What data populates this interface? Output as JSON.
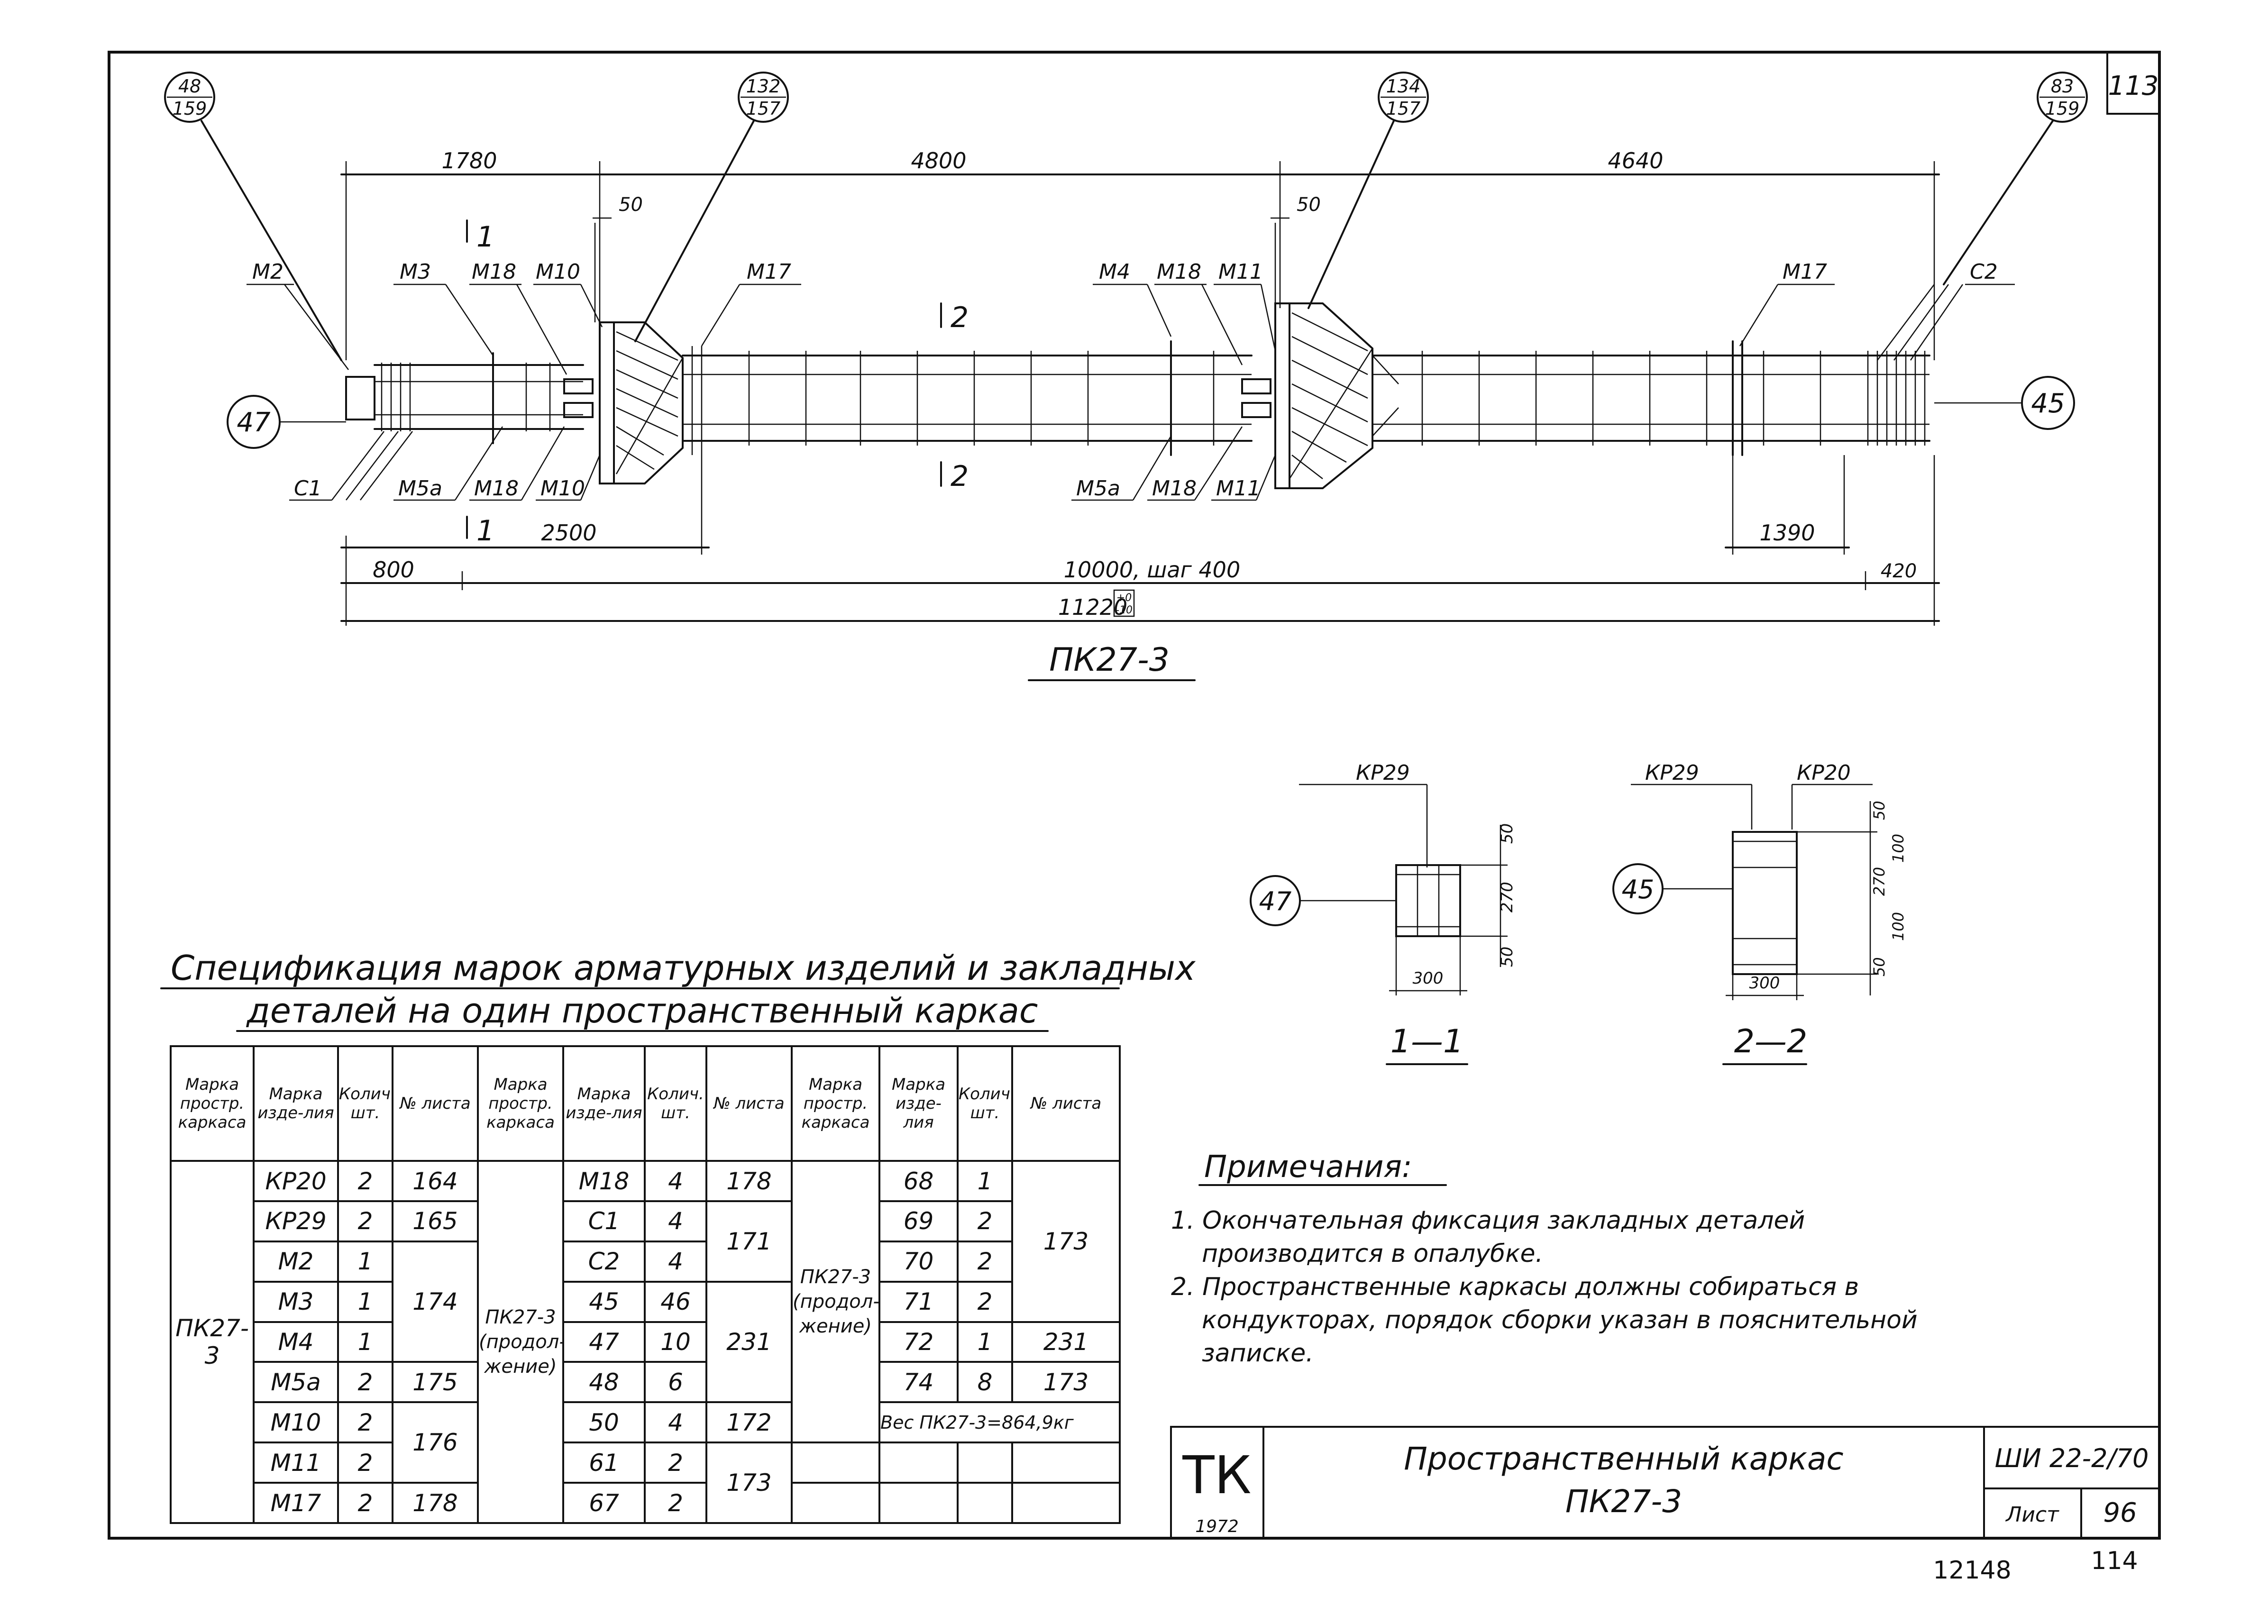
{
  "sheet": {
    "corner_number": "113",
    "bottom_left_number": "12148",
    "bottom_right_number": "114"
  },
  "plan": {
    "callouts": [
      {
        "top": "48",
        "bottom": "159"
      },
      {
        "top": "132",
        "bottom": "157"
      },
      {
        "top": "134",
        "bottom": "157"
      },
      {
        "top": "83",
        "bottom": "159"
      }
    ],
    "dims_top": [
      "1780",
      "4800",
      "4640"
    ],
    "dim_50_left": "50",
    "dim_50_right": "50",
    "labels_top": [
      "М2",
      "М3",
      "М18",
      "М10",
      "М17",
      "М4",
      "М18",
      "М11",
      "М17",
      "С2"
    ],
    "labels_bottom": [
      "С1",
      "М5а",
      "М18",
      "М10",
      "М5а",
      "М18",
      "М11"
    ],
    "section_1": "1",
    "section_2": "2",
    "end_left": "47",
    "end_right": "45",
    "dims_bottom": [
      "2500",
      "1390",
      "800",
      "10000, шаг 400",
      "420",
      "11220"
    ],
    "tolerance_plus": "+0",
    "tolerance_minus": "-10",
    "caption": "ПК27-3"
  },
  "sections": [
    {
      "label": "КР29",
      "circle": "47",
      "width": "300",
      "dims": [
        "50",
        "270",
        "50"
      ],
      "caption": "1—1"
    },
    {
      "label_left": "КР29",
      "label_right": "КР20",
      "circle": "45",
      "width": "300",
      "dims": [
        "50",
        "100",
        "270",
        "100",
        "50"
      ],
      "caption": "2—2"
    }
  ],
  "spec": {
    "title_line1": "Спецификация марок арматурных изделий и закладных",
    "title_line2": "деталей на один пространственный каркас",
    "headers": [
      "Марка простр. каркаса",
      "Марка изде-лия",
      "Колич. шт.",
      "№ листа"
    ],
    "group1": {
      "frame": "ПК27-3",
      "items": [
        "КР20",
        "КР29",
        "М2",
        "М3",
        "М4",
        "М5а",
        "М10",
        "М11",
        "М17"
      ],
      "counts": [
        "2",
        "2",
        "1",
        "1",
        "1",
        "2",
        "2",
        "2",
        "2"
      ],
      "sheets": [
        "164",
        "165",
        "174",
        "175",
        "176",
        "178"
      ]
    },
    "group2": {
      "frame": "ПК27-3 (продол-жение)",
      "items": [
        "М18",
        "С1",
        "С2",
        "45",
        "47",
        "48",
        "50",
        "61",
        "67"
      ],
      "counts": [
        "4",
        "4",
        "4",
        "46",
        "10",
        "6",
        "4",
        "2",
        "2"
      ],
      "sheets": [
        "178",
        "171",
        "231",
        "172",
        "173"
      ]
    },
    "group3": {
      "frame": "ПК27-3 (продол-жение)",
      "items": [
        "68",
        "69",
        "70",
        "71",
        "72",
        "74"
      ],
      "counts": [
        "1",
        "2",
        "2",
        "2",
        "1",
        "8"
      ],
      "sheets": [
        "173",
        "231",
        "173"
      ],
      "weight": "Вес ПК27-3=864,9кг"
    }
  },
  "notes": {
    "title": "Примечания:",
    "items": [
      "1. Окончательная фиксация закладных деталей",
      "производится в опалубке.",
      "2. Пространственные каркасы должны собираться в",
      "кондукторах, порядок сборки указан в пояснительной",
      "записке."
    ]
  },
  "title_block": {
    "logo": "ТК",
    "year": "1972",
    "title": "Пространственный каркас",
    "subtitle": "ПК27-3",
    "series": "ШИ 22-2/70",
    "sheet_label": "Лист",
    "sheet_no": "96"
  }
}
